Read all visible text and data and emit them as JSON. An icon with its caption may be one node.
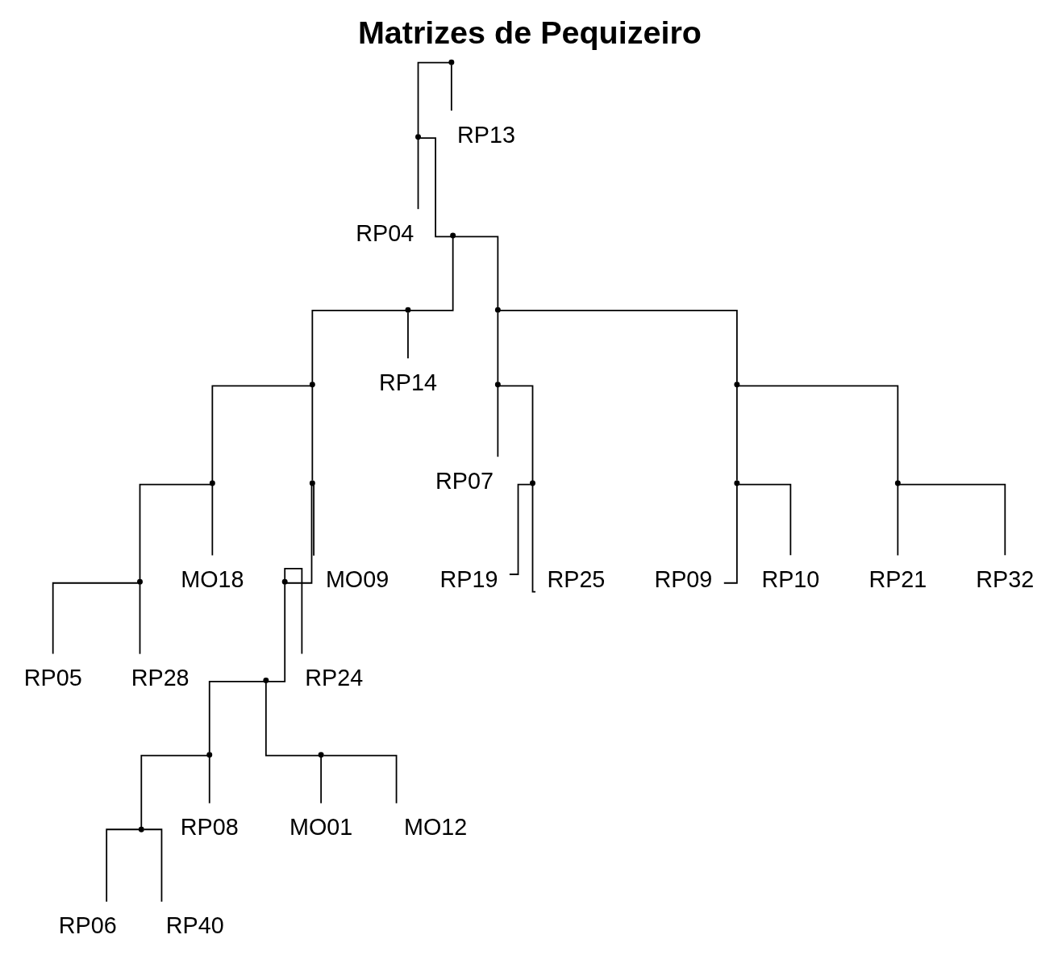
{
  "diagram": {
    "title": "Matrizes de Pequizeiro",
    "nodes": [
      {
        "text": [],
        "shape": "point"
      },
      {
        "text": [],
        "shape": "point"
      },
      {
        "text": [
          "RP04"
        ]
      },
      {
        "text": [],
        "shape": "point"
      },
      {
        "text": [],
        "shape": "point"
      },
      {
        "text": [],
        "shape": "point"
      },
      {
        "text": [],
        "shape": "point"
      },
      {
        "text": [],
        "shape": "point"
      },
      {
        "text": [
          "RP05"
        ]
      },
      {
        "text": [
          "RP28"
        ]
      },
      {
        "text": [
          "MO18"
        ]
      },
      {
        "text": [],
        "shape": "point"
      },
      {
        "text": [],
        "shape": "point"
      },
      {
        "text": [],
        "shape": "point"
      },
      {
        "text": [],
        "shape": "point"
      },
      {
        "text": [],
        "shape": "point"
      },
      {
        "text": [
          "RP06"
        ]
      },
      {
        "text": [
          "RP40"
        ]
      },
      {
        "text": [
          "RP08"
        ]
      },
      {
        "text": [],
        "shape": "point"
      },
      {
        "text": [
          "MO01"
        ]
      },
      {
        "text": [
          "MO12"
        ]
      },
      {
        "text": [
          "RP24"
        ]
      },
      {
        "text": [
          "MO09"
        ]
      },
      {
        "text": [
          "RP14"
        ]
      },
      {
        "text": [],
        "shape": "point"
      },
      {
        "text": [],
        "shape": "point"
      },
      {
        "text": [
          "RP07"
        ]
      },
      {
        "text": [],
        "shape": "point"
      },
      {
        "text": [
          "RP19"
        ]
      },
      {
        "text": [
          "RP25"
        ]
      },
      {
        "text": [],
        "shape": "point"
      },
      {
        "text": [],
        "shape": "point"
      },
      {
        "text": [
          "RP09"
        ]
      },
      {
        "text": [
          "RP10"
        ]
      },
      {
        "text": [],
        "shape": "point"
      },
      {
        "text": [
          "RP21"
        ]
      },
      {
        "text": [
          "RP32"
        ]
      },
      {
        "text": [
          "RP13"
        ]
      }
    ],
    "edges": [
      {
        "from": 0,
        "to": 1,
        "arrow": "none"
      },
      {
        "from": 0,
        "to": 38,
        "arrow": "none"
      },
      {
        "from": 1,
        "to": 2,
        "arrow": "none"
      },
      {
        "from": 1,
        "to": 3,
        "arrow": "none"
      },
      {
        "from": 3,
        "to": 4,
        "arrow": "none"
      },
      {
        "from": 3,
        "to": 25,
        "arrow": "none"
      },
      {
        "from": 4,
        "to": 5,
        "arrow": "none"
      },
      {
        "from": 4,
        "to": 24,
        "arrow": "none"
      },
      {
        "from": 5,
        "to": 6,
        "arrow": "none"
      },
      {
        "from": 5,
        "to": 11,
        "arrow": "none"
      },
      {
        "from": 6,
        "to": 7,
        "arrow": "none"
      },
      {
        "from": 6,
        "to": 10,
        "arrow": "none"
      },
      {
        "from": 7,
        "to": 8,
        "arrow": "none"
      },
      {
        "from": 7,
        "to": 9,
        "arrow": "none"
      },
      {
        "from": 11,
        "to": 12,
        "arrow": "none"
      },
      {
        "from": 11,
        "to": 23,
        "arrow": "none"
      },
      {
        "from": 12,
        "to": 13,
        "arrow": "none"
      },
      {
        "from": 12,
        "to": 22,
        "arrow": "none"
      },
      {
        "from": 13,
        "to": 14,
        "arrow": "none"
      },
      {
        "from": 13,
        "to": 19,
        "arrow": "none"
      },
      {
        "from": 14,
        "to": 15,
        "arrow": "none"
      },
      {
        "from": 14,
        "to": 18,
        "arrow": "none"
      },
      {
        "from": 15,
        "to": 16,
        "arrow": "none"
      },
      {
        "from": 15,
        "to": 17,
        "arrow": "none"
      },
      {
        "from": 19,
        "to": 20,
        "arrow": "none"
      },
      {
        "from": 19,
        "to": 21,
        "arrow": "none"
      },
      {
        "from": 25,
        "to": 26,
        "arrow": "none"
      },
      {
        "from": 25,
        "to": 31,
        "arrow": "none"
      },
      {
        "from": 26,
        "to": 27,
        "arrow": "none"
      },
      {
        "from": 26,
        "to": 28,
        "arrow": "none"
      },
      {
        "from": 28,
        "to": 29,
        "arrow": "none"
      },
      {
        "from": 28,
        "to": 30,
        "arrow": "none"
      },
      {
        "from": 31,
        "to": 32,
        "arrow": "none"
      },
      {
        "from": 31,
        "to": 35,
        "arrow": "none"
      },
      {
        "from": 32,
        "to": 33,
        "arrow": "none"
      },
      {
        "from": 32,
        "to": 34,
        "arrow": "none"
      },
      {
        "from": 35,
        "to": 36,
        "arrow": "none"
      },
      {
        "from": 35,
        "to": 37,
        "arrow": "none"
      }
    ]
  }
}
